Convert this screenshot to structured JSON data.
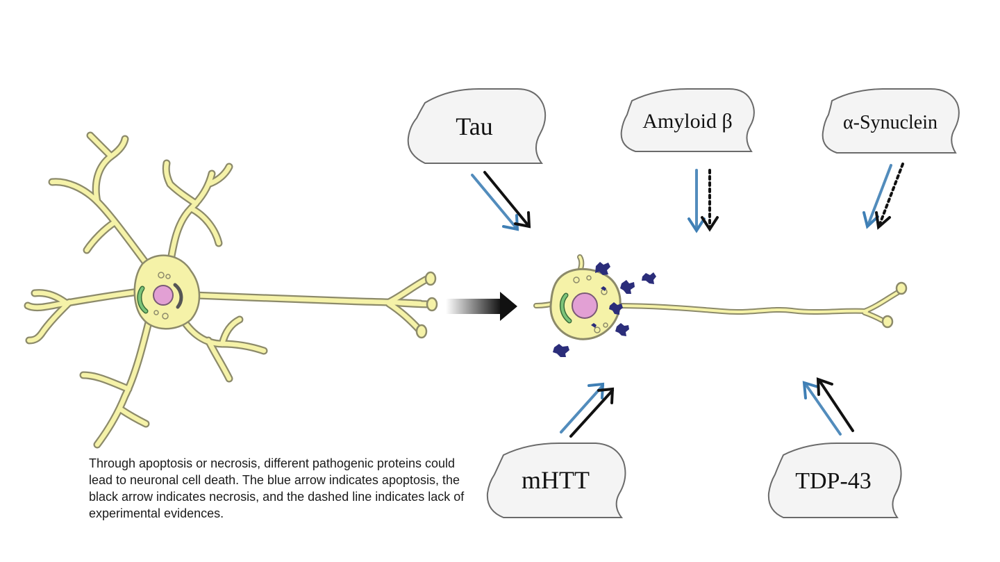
{
  "proteins": {
    "tau": "Tau",
    "amyloid": "Amyloid β",
    "synuclein": "α-Synuclein",
    "mhtt": "mHTT",
    "tdp43": "TDP-43"
  },
  "caption": "Through apoptosis or necrosis, different pathogenic proteins could lead to neuronal cell death. The blue arrow indicates apoptosis, the black arrow indicates necrosis, and the dashed line indicates lack of experimental evidences.",
  "colors": {
    "neuron_fill": "#f5f2a8",
    "neuron_stroke": "#8c8a6a",
    "nucleus": "#e2a0d4",
    "organelle": "#7cc47a",
    "apoptosis_arrow": "#3f7fb5",
    "necrosis_arrow": "#111111",
    "aggregate": "#2b2d7a"
  }
}
